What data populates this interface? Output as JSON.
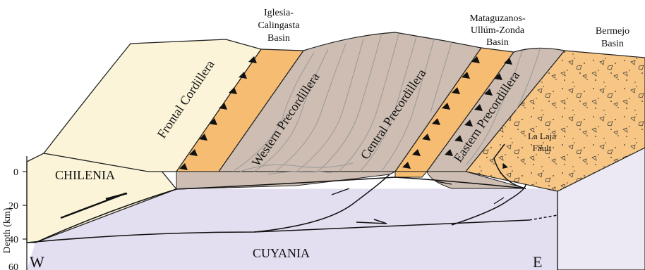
{
  "basins": {
    "iglesia": [
      "Iglesia-",
      "Calingasta",
      "Basin"
    ],
    "mataguzanos": [
      "Mataguzanos-",
      "Ullúm-Zonda",
      "Basin"
    ],
    "bermejo": [
      "Bermejo",
      "Basin"
    ]
  },
  "ranges": {
    "frontal": "Frontal Cordillera",
    "western": "Western Precordillera",
    "central": "Central Precordillera",
    "eastern": "Eastern Precordillera"
  },
  "fault": [
    "La Laja",
    "Fault"
  ],
  "terranes": {
    "chilenia": "CHILENIA",
    "cuyania": "CUYANIA"
  },
  "orientation": {
    "west": "W",
    "east": "E"
  },
  "depth_axis": {
    "label": "Depth (km)",
    "ticks": [
      "0",
      "20",
      "40",
      "60"
    ]
  },
  "colors": {
    "frontal_fill": "#fbf4d8",
    "basin_fill": "#f6bd72",
    "precordillera_fill": "#cdbdb2",
    "bermejo_fill": "#f7c685",
    "crust_fill": "#e3def0",
    "side_fill": "#ece9f4",
    "ridge_lines": "#9a9a9a"
  }
}
